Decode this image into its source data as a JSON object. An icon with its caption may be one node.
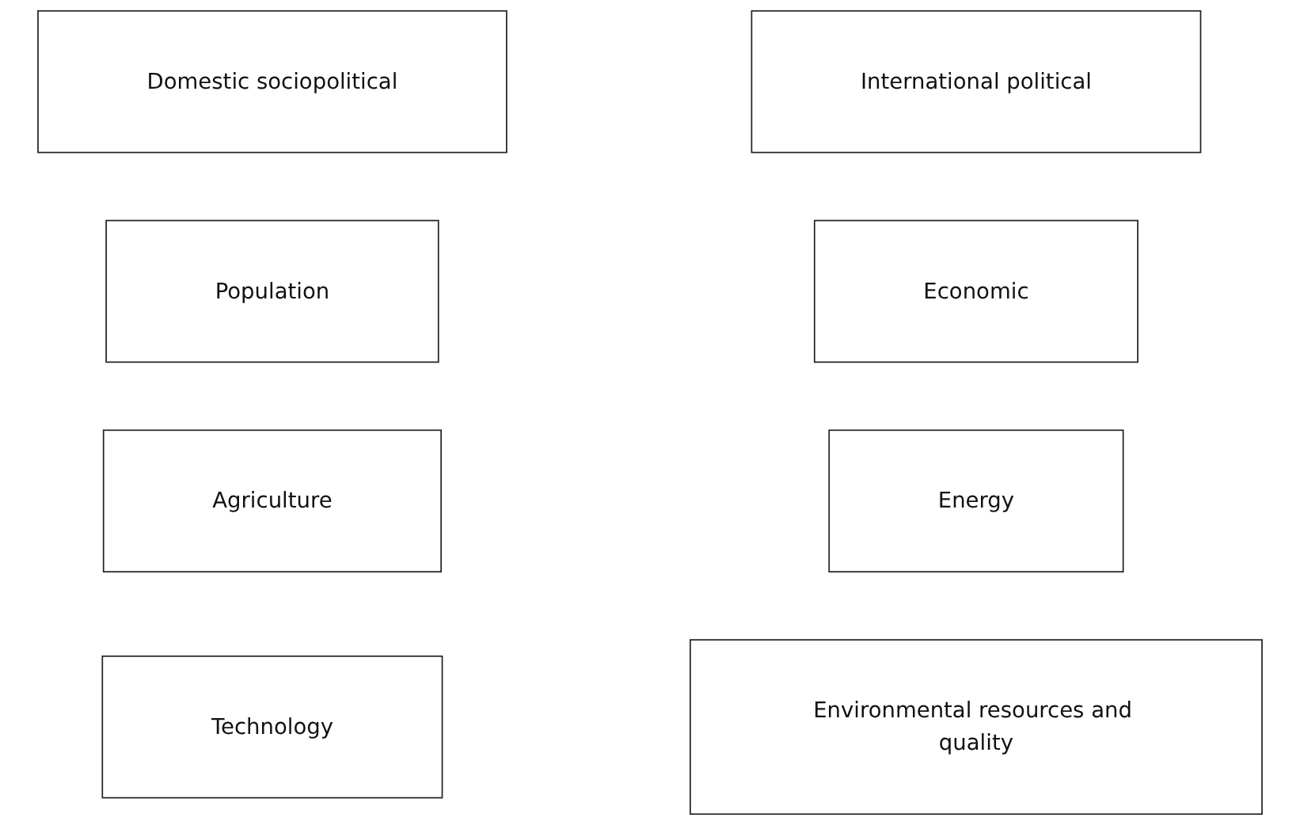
{
  "diagram": {
    "nodes": [
      {
        "text": [
          "Domestic sociopolitical"
        ]
      },
      {
        "text": [
          "International political"
        ]
      },
      {
        "text": [
          "Population"
        ]
      },
      {
        "text": [
          "Economic"
        ]
      },
      {
        "text": [
          "Agriculture"
        ]
      },
      {
        "text": [
          "Energy"
        ]
      },
      {
        "text": [
          "Technology"
        ]
      },
      {
        "text": [
          "Environmental resources and quality"
        ]
      }
    ]
  }
}
